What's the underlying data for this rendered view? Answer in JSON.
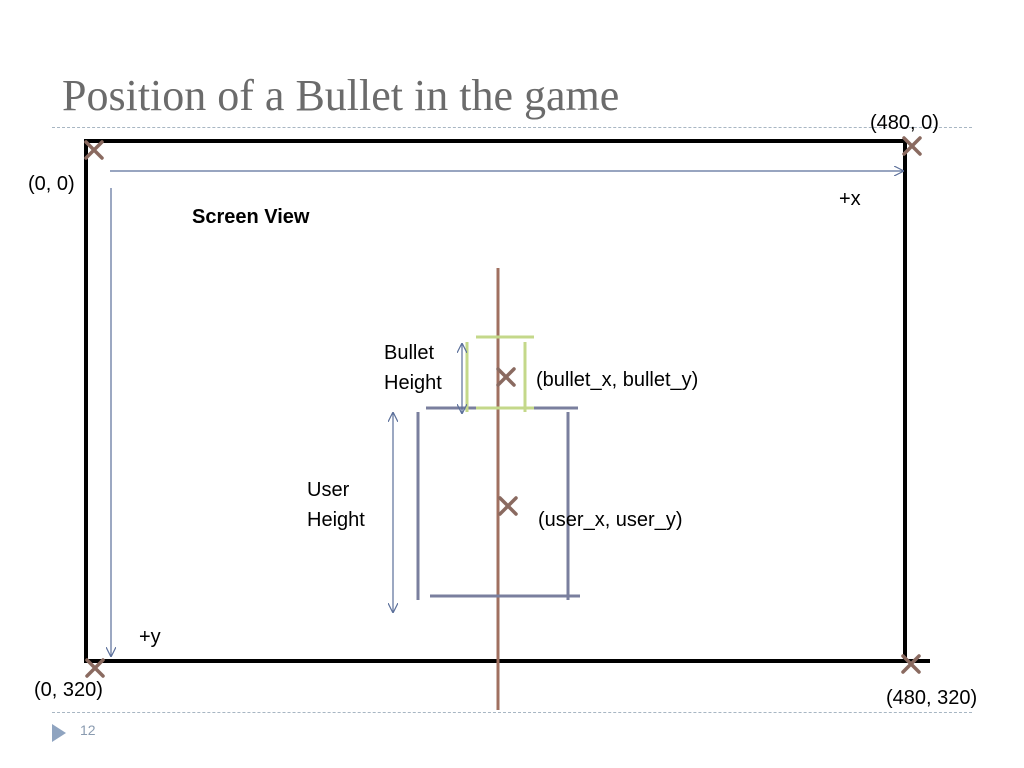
{
  "slide": {
    "title": "Position of a Bullet in the game",
    "page_number": "12"
  },
  "diagram": {
    "screen_label": "Screen View",
    "corners": {
      "top_left": "(0, 0)",
      "top_right": "(480, 0)",
      "bottom_left": "(0, 320)",
      "bottom_right": "(480, 320)"
    },
    "axes": {
      "x": "+x",
      "y": "+y"
    },
    "bullet": {
      "height_label": "Bullet\nHeight",
      "position_label": "(bullet_x, bullet_y)"
    },
    "user": {
      "height_label": "User\nHeight",
      "position_label": "(user_x, user_y)"
    },
    "colors": {
      "title": "#6b6b6b",
      "screen_border": "#000000",
      "axis_arrow": "#5b6f9a",
      "marker": "#8a6a60",
      "center_line": "#a07060",
      "bullet_box": "#c4d88a",
      "user_box": "#7a7f9e",
      "dashed_rule": "#a8b6c3"
    }
  }
}
